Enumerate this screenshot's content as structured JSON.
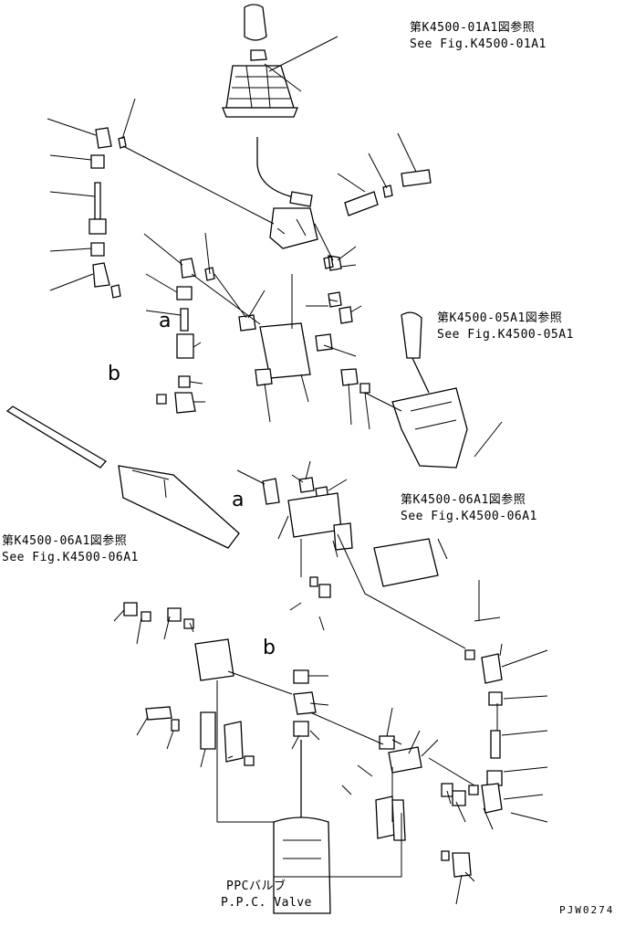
{
  "references": {
    "ref1": {
      "jp": "第K4500-01A1図参照",
      "en": "See Fig.K4500-01A1"
    },
    "ref2": {
      "jp": "第K4500-05A1図参照",
      "en": "See Fig.K4500-05A1"
    },
    "ref3": {
      "jp": "第K4500-06A1図参照",
      "en": "See Fig.K4500-06A1"
    },
    "ref4": {
      "jp": "第K4500-06A1図参照",
      "en": "See Fig.K4500-06A1"
    }
  },
  "markers": {
    "a1": "a",
    "b1": "b",
    "a2": "a",
    "b2": "b"
  },
  "valve": {
    "jp": "PPCバルブ",
    "en": "P.P.C. Valve"
  },
  "drawing_code": "PJW0274"
}
